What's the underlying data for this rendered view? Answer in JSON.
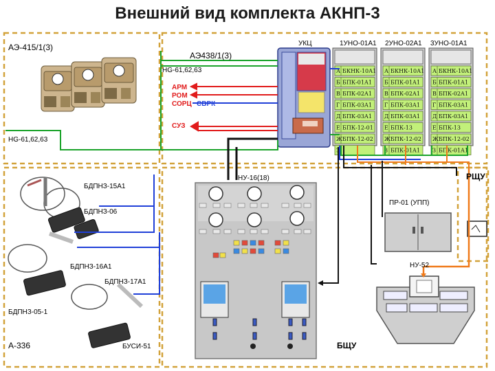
{
  "title": "Внешний вид комплекта АКНП-3",
  "zones": {
    "ae415": "АЭ-415/1(3)",
    "ae438": "АЭ438/1(3)",
    "ukts": "УКЦ",
    "a336": "А-336",
    "rshu": "РЩУ",
    "bshu": "БЩУ"
  },
  "cabinets": [
    {
      "header": "1УНО-01А1",
      "letters": [
        "А",
        "Б",
        "В",
        "Г",
        "Д",
        "Е",
        "Ж",
        "З"
      ],
      "cells": [
        "БКНК-10А1",
        "БПК-01А1",
        "БПК-02А1",
        "БПК-03А1",
        "БПК-03А1",
        "БПК-12-01",
        "БПК-12-02",
        ""
      ]
    },
    {
      "header": "2УНО-02А1",
      "letters": [
        "А",
        "Б",
        "В",
        "Г",
        "Д",
        "Е",
        "Ж",
        "З"
      ],
      "cells": [
        "БКНК-10А1",
        "БПК-01А1",
        "БПК-02А1",
        "БПК-03А1",
        "БПК-03А1",
        "БПК-13",
        "БПК-12-02",
        "БПК-01А1"
      ]
    },
    {
      "header": "3УНО-01А1",
      "letters": [
        "А",
        "Б",
        "В",
        "Г",
        "Д",
        "Е",
        "Ж",
        "З"
      ],
      "cells": [
        "БКНК-10А1",
        "БПК-01А1",
        "БПК-02А1",
        "БПК-03А1",
        "БПК-03А1",
        "БПК-13",
        "БПК-12-02",
        "БПК-01А1"
      ]
    }
  ],
  "labels": {
    "ng_top": "НG-61,62,63",
    "ng_left": "НG-61,62,63",
    "arm": "АРМ",
    "rom": "РОМ",
    "soru": "СОРЦ",
    "svrk": "СВРК",
    "suz": "СУЗ",
    "nu16": "НУ-16(18)",
    "pr01": "ПР-01 (УПП)",
    "nu52": "НУ-52",
    "bdpn_15a1": "БДПНЗ-15А1",
    "bdpn_06": "БДПНЗ-06",
    "bdpn_16a1": "БДПНЗ-16А1",
    "bdpn_17a1": "БДПНЗ-17А1",
    "bdpn_05_1": "БДПНЗ-05-1",
    "busi_51": "БУСИ-51"
  },
  "colors": {
    "green": "#1aa32a",
    "red": "#e11b1b",
    "blue": "#1f3fd8",
    "orange": "#f07a1a",
    "black": "#111111",
    "dash_frame": "#d2a23a",
    "cell_fill": "#c2f07a",
    "cabinet": "#c9c9c9"
  }
}
